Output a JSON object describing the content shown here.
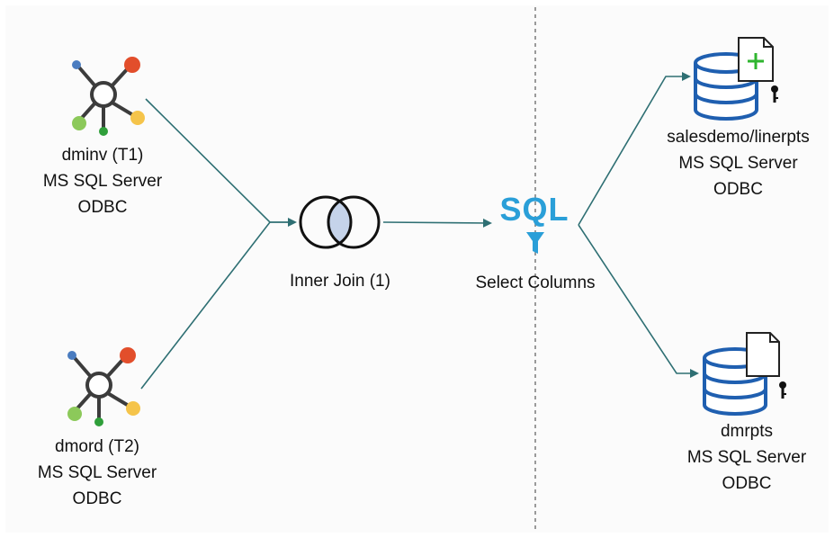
{
  "nodes": {
    "source1": {
      "name": "dminv (T1)",
      "type": "MS SQL Server",
      "driver": "ODBC",
      "icon": "odbc-source-icon"
    },
    "source2": {
      "name": "dmord (T2)",
      "type": "MS SQL Server",
      "driver": "ODBC",
      "icon": "odbc-source-icon"
    },
    "join": {
      "name": "Inner Join (1)",
      "icon": "inner-join-icon"
    },
    "select": {
      "name": "Select Columns",
      "icon_text": "SQL",
      "icon": "sql-filter-icon"
    },
    "target1": {
      "name": "salesdemo/linerpts",
      "type": "MS SQL Server",
      "driver": "ODBC",
      "icon": "database-new-table-icon"
    },
    "target2": {
      "name": "dmrpts",
      "type": "MS SQL Server",
      "driver": "ODBC",
      "icon": "database-table-icon"
    }
  },
  "colors": {
    "connector": "#2e6f73",
    "database_blue": "#1f5fb0",
    "sql_blue": "#2a9fd8",
    "join_fill": "#c5d3ea",
    "add_green": "#2fb52f",
    "node_red": "#e24e2b",
    "node_orange": "#f5c44a",
    "node_green": "#8cc95a",
    "node_blue": "#4a7cc0",
    "hub_gray": "#3c3c3c"
  }
}
